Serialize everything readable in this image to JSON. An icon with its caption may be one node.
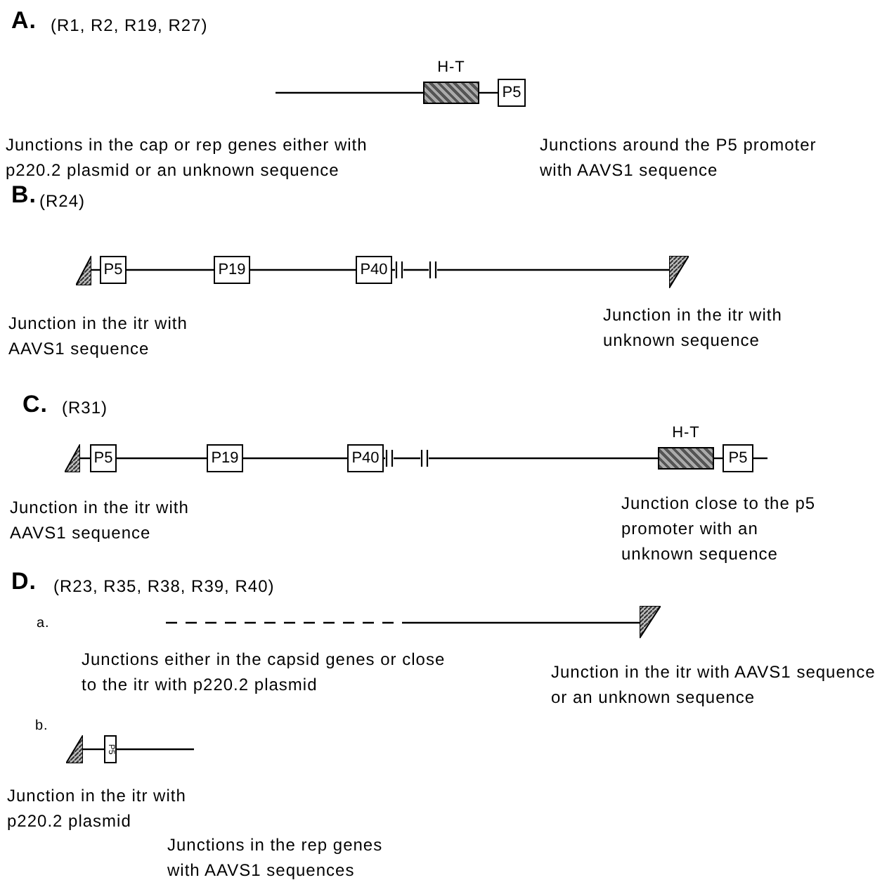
{
  "diagram": {
    "nodes": [
      {
        "text": [
          "H-T"
        ]
      },
      {
        "text": [
          "P5"
        ]
      },
      {
        "text": [],
        "shape": "triangle"
      },
      {
        "text": [
          "P5"
        ]
      },
      {
        "text": [
          "P19"
        ]
      },
      {
        "text": [
          "P40"
        ]
      },
      {
        "text": [],
        "shape": "triangle"
      },
      {
        "text": [],
        "shape": "triangle"
      },
      {
        "text": [
          "P5"
        ]
      },
      {
        "text": [
          "P19"
        ]
      },
      {
        "text": [
          "P40"
        ]
      },
      {
        "text": [
          "H-T"
        ]
      },
      {
        "text": [
          "P5"
        ]
      },
      {
        "text": [],
        "shape": "triangle"
      },
      {
        "text": [],
        "shape": "triangle"
      },
      {
        "text": [
          "P5"
        ]
      }
    ],
    "edges": [
      {
        "from": null,
        "to": 0,
        "arrow": "none"
      },
      {
        "from": 0,
        "to": 1,
        "arrow": "none"
      },
      {
        "from": 2,
        "to": 3,
        "arrow": "none"
      },
      {
        "from": 3,
        "to": 4,
        "arrow": "none"
      },
      {
        "from": 4,
        "to": 5,
        "arrow": "none"
      },
      {
        "from": 5,
        "to": 6,
        "arrow": "none"
      },
      {
        "from": 7,
        "to": 8,
        "arrow": "none"
      },
      {
        "from": 8,
        "to": 9,
        "arrow": "none"
      },
      {
        "from": 9,
        "to": 10,
        "arrow": "none"
      },
      {
        "from": 10,
        "to": 11,
        "arrow": "none"
      },
      {
        "from": 11,
        "to": 12,
        "arrow": "none"
      },
      {
        "from": 12,
        "to": null,
        "arrow": "none"
      },
      {
        "from": null,
        "to": 13,
        "arrow": "none",
        "style": "dashed"
      },
      {
        "from": 14,
        "to": 15,
        "arrow": "none"
      },
      {
        "from": 15,
        "to": null,
        "arrow": "none"
      }
    ],
    "labels": [
      "A.",
      "(R1, R2, R19, R27)",
      "Junctions in the cap or rep genes either with p220.2 plasmid or an unknown sequence",
      "Junctions around the P5 promoter with AAVS1 sequence",
      "B.",
      "(R24)",
      "Junction in the itr with AAVS1 sequence",
      "Junction in the itr with unknown sequence",
      "C.",
      "(R31)",
      "Junction in the itr with AAVS1 sequence",
      "Junction close to the p5 promoter with an unknown sequence",
      "D.",
      "(R23, R35, R38, R39, R40)",
      "a.",
      "Junctions either in the capsid genes or close to the itr with p220.2 plasmid",
      "Junction in the itr with AAVS1 sequence or an unknown sequence",
      "b.",
      "Junction in the itr with p220.2 plasmid",
      "Junctions in the rep genes with AAVS1 sequences"
    ]
  }
}
